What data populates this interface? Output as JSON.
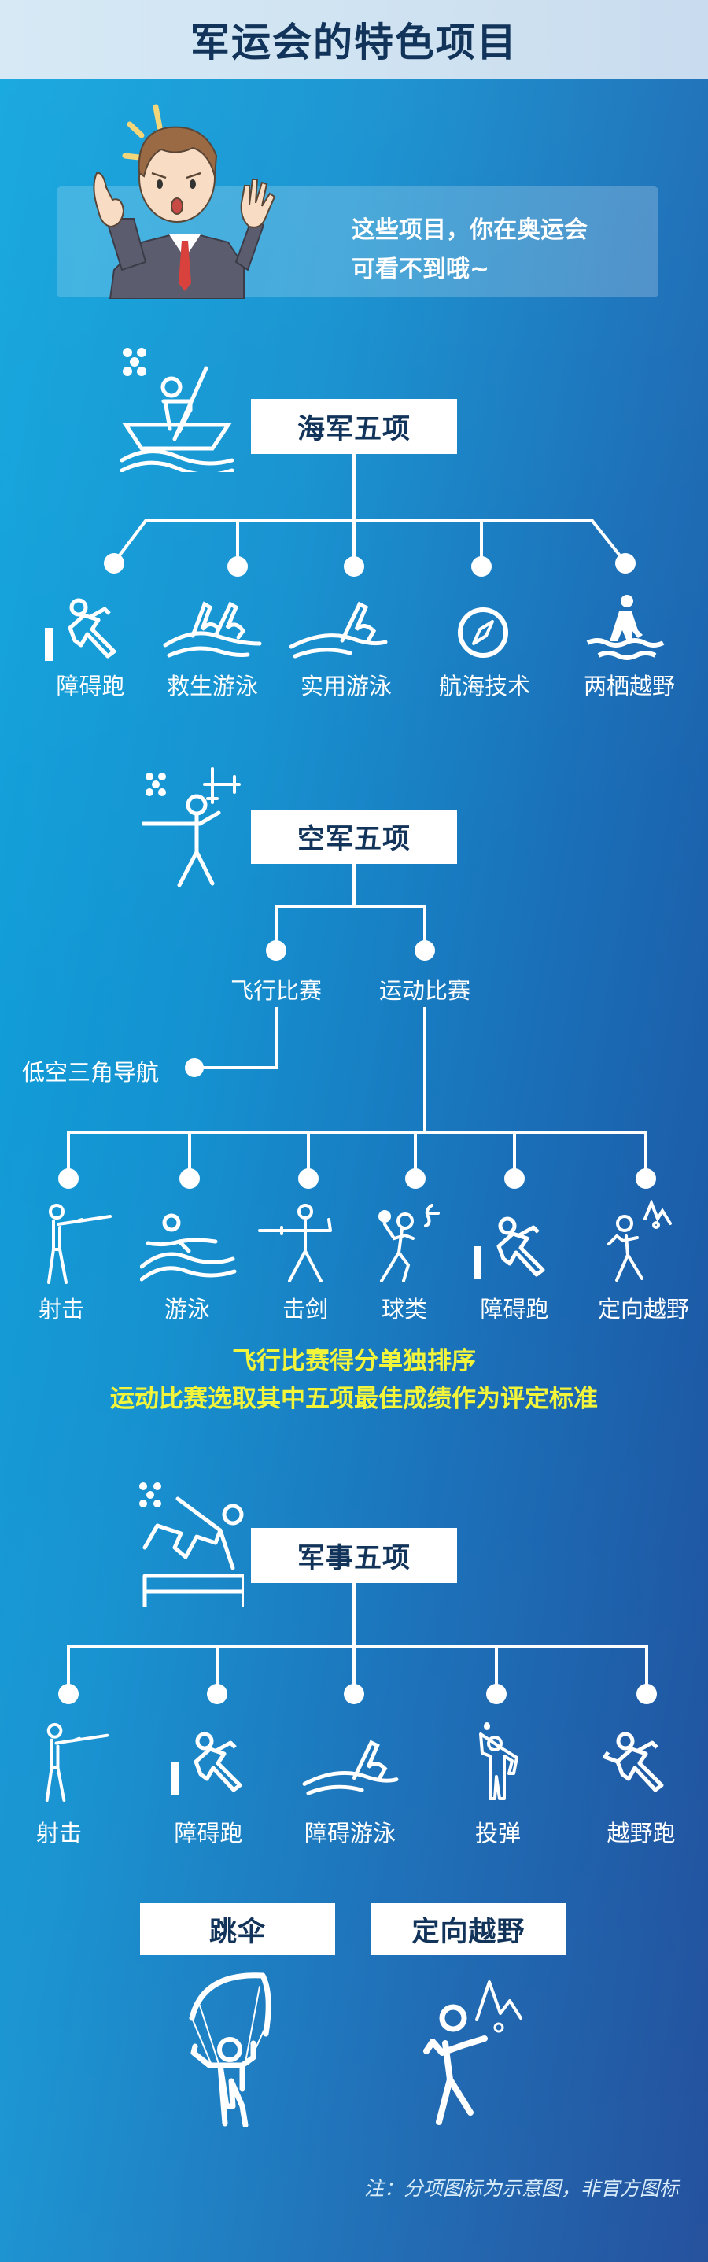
{
  "header": {
    "title": "军运会的特色项目"
  },
  "intro": {
    "line1": "这些项目，你在奥运会",
    "line2": "可看不到哦~",
    "character_icon": "surprised-businessman-icon"
  },
  "colors": {
    "header_bg": "#d0e4f2",
    "title_text": "#12345a",
    "bg_left": "#0fa6de",
    "bg_right": "#1f4c9a",
    "highlight_yellow": "#f2f53a",
    "line_white": "#ffffff"
  },
  "naval": {
    "title": "海军五项",
    "icon": "rowing-boat-icon",
    "items": [
      {
        "label": "障碍跑",
        "icon": "obstacle-run-icon"
      },
      {
        "label": "救生游泳",
        "icon": "lifesaving-swim-icon"
      },
      {
        "label": "实用游泳",
        "icon": "utility-swim-icon"
      },
      {
        "label": "航海技术",
        "icon": "compass-icon"
      },
      {
        "label": "两栖越野",
        "icon": "amphibious-cross-country-icon"
      }
    ]
  },
  "air": {
    "title": "空军五项",
    "icon": "fencer-plane-icon",
    "branches": [
      {
        "label": "飞行比赛",
        "children": [
          {
            "label": "低空三角导航"
          }
        ]
      },
      {
        "label": "运动比赛"
      }
    ],
    "sports": [
      {
        "label": "射击",
        "icon": "shooting-icon"
      },
      {
        "label": "游泳",
        "icon": "swimming-icon"
      },
      {
        "label": "击剑",
        "icon": "fencing-icon"
      },
      {
        "label": "球类",
        "icon": "ball-games-icon"
      },
      {
        "label": "障碍跑",
        "icon": "obstacle-run-icon"
      },
      {
        "label": "定向越野",
        "icon": "orienteering-icon"
      }
    ],
    "notes": [
      "飞行比赛得分单独排序",
      "运动比赛选取其中五项最佳成绩作为评定标准"
    ]
  },
  "military": {
    "title": "军事五项",
    "icon": "vault-jump-icon",
    "items": [
      {
        "label": "射击",
        "icon": "shooting-icon"
      },
      {
        "label": "障碍跑",
        "icon": "obstacle-run-icon"
      },
      {
        "label": "障碍游泳",
        "icon": "obstacle-swim-icon"
      },
      {
        "label": "投弹",
        "icon": "grenade-throw-icon"
      },
      {
        "label": "越野跑",
        "icon": "cross-country-run-icon"
      }
    ]
  },
  "extra": [
    {
      "title": "跳伞",
      "icon": "parachute-icon"
    },
    {
      "title": "定向越野",
      "icon": "orienteering-icon"
    }
  ],
  "footer": {
    "note": "注：分项图标为示意图，非官方图标"
  }
}
